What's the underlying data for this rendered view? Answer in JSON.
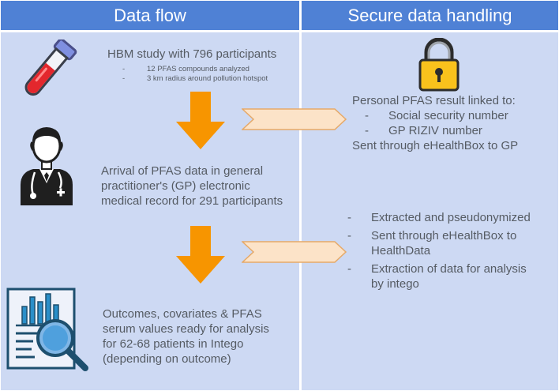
{
  "headers": {
    "left": "Data flow",
    "right": "Secure data handling"
  },
  "flow": {
    "step1_title": "HBM study with 796 participants",
    "step1_bullets": [
      "12 PFAS compounds analyzed",
      "3 km radius around pollution hotspot"
    ],
    "step2_lines": [
      "Arrival of PFAS data in general",
      "practitioner's (GP) electronic",
      "medical record for 291 participants"
    ],
    "step3_lines": [
      "Outcomes, covariates & PFAS",
      "serum values ready for analysis",
      "for 62-68 patients in Intego",
      "(depending on outcome)"
    ]
  },
  "secure": {
    "block1_title": "Personal PFAS result linked to:",
    "block1_bullets": [
      "Social security number",
      "GP RIZIV number"
    ],
    "block1_footer": "Sent through eHealthBox to GP",
    "block2_bullets": [
      [
        "Extracted and pseudonymized"
      ],
      [
        "Sent through eHealthBox to",
        "HealthData"
      ],
      [
        "Extraction of data for analysis",
        "by intego"
      ]
    ]
  },
  "icons": {
    "test_tube": "test-tube-icon",
    "lock": "lock-icon",
    "doctor": "doctor-icon",
    "report": "report-search-icon"
  },
  "colors": {
    "header": "#4f81d5",
    "panel": "#cdd9f3",
    "arrow": "#f79500",
    "chevron": "#fce3c8",
    "lock": "#f9c21c"
  }
}
